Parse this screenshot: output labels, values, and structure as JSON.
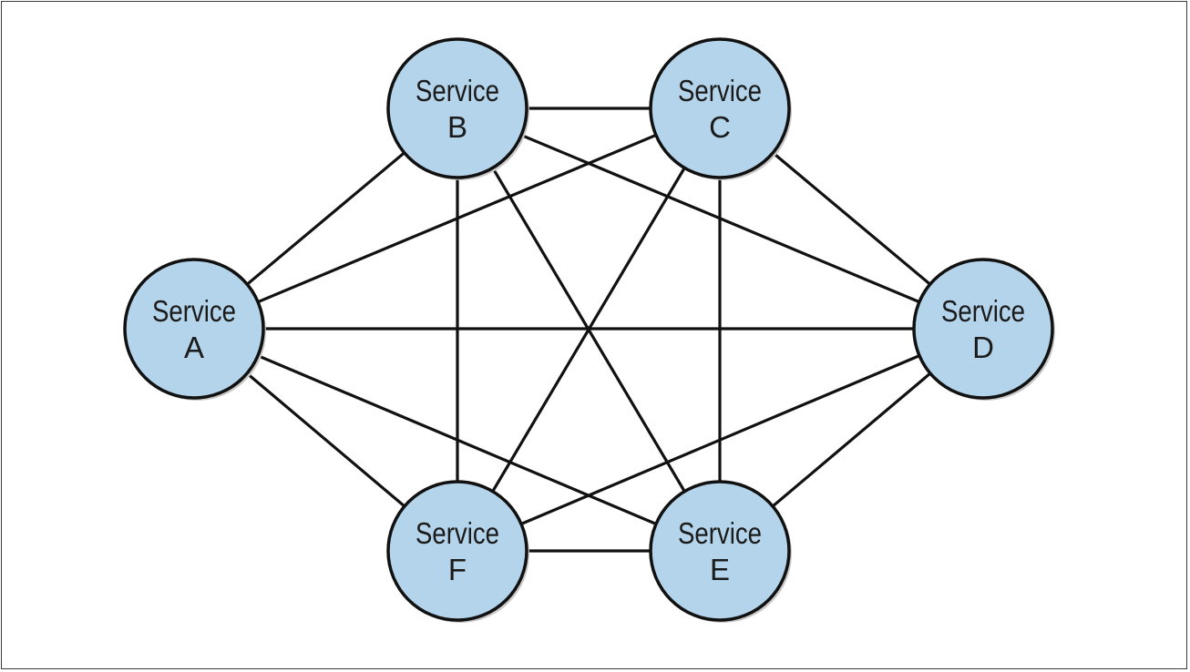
{
  "diagram": {
    "colors": {
      "node_fill": "#b3d4ea",
      "stroke": "#111111",
      "background": "#ffffff"
    },
    "nodes": [
      {
        "id": "A",
        "line1": "Service",
        "line2": "A"
      },
      {
        "id": "B",
        "line1": "Service",
        "line2": "B"
      },
      {
        "id": "C",
        "line1": "Service",
        "line2": "C"
      },
      {
        "id": "D",
        "line1": "Service",
        "line2": "D"
      },
      {
        "id": "E",
        "line1": "Service",
        "line2": "E"
      },
      {
        "id": "F",
        "line1": "Service",
        "line2": "F"
      }
    ],
    "edges": [
      [
        "A",
        "B"
      ],
      [
        "A",
        "C"
      ],
      [
        "A",
        "D"
      ],
      [
        "A",
        "E"
      ],
      [
        "A",
        "F"
      ],
      [
        "B",
        "C"
      ],
      [
        "B",
        "D"
      ],
      [
        "B",
        "E"
      ],
      [
        "B",
        "F"
      ],
      [
        "C",
        "D"
      ],
      [
        "C",
        "E"
      ],
      [
        "C",
        "F"
      ],
      [
        "D",
        "E"
      ],
      [
        "D",
        "F"
      ],
      [
        "E",
        "F"
      ]
    ]
  }
}
